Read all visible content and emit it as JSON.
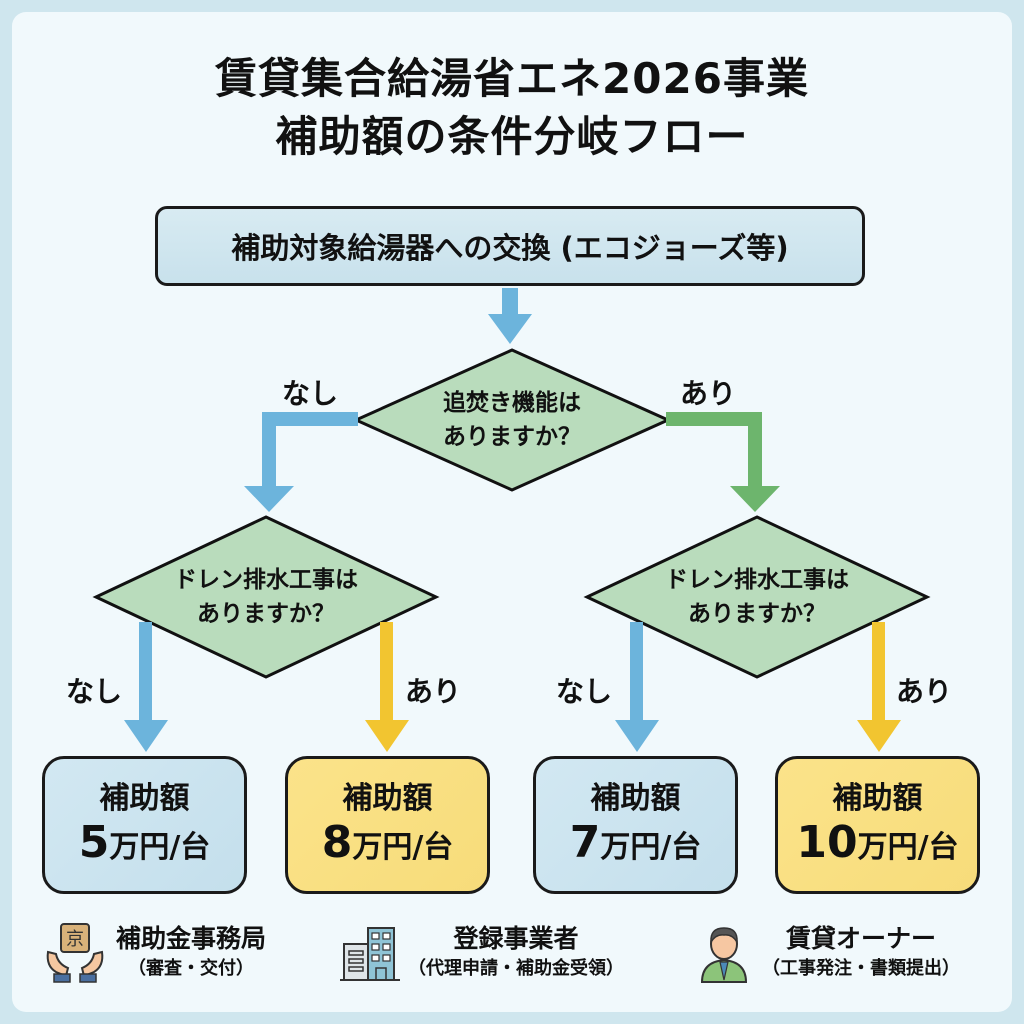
{
  "title": {
    "line1": "賃貸集合給湯省エネ2026事業",
    "line2": "補助額の条件分岐フロー"
  },
  "start": {
    "label": "補助対象給湯器への交換 (エコジョーズ等)"
  },
  "decisions": {
    "reheat": {
      "line1": "追焚き機能は",
      "line2": "ありますか？"
    },
    "drain_left": {
      "line1": "ドレン排水工事は",
      "line2": "ありますか？"
    },
    "drain_right": {
      "line1": "ドレン排水工事は",
      "line2": "ありますか？"
    }
  },
  "branches": {
    "reheat_no": "なし",
    "reheat_yes": "あり",
    "left_no": "なし",
    "left_yes": "あり",
    "right_no": "なし",
    "right_yes": "あり"
  },
  "results": [
    {
      "label": "補助額",
      "amount": "5",
      "unit": "万円/台",
      "color": "blue"
    },
    {
      "label": "補助額",
      "amount": "8",
      "unit": "万円/台",
      "color": "yellow"
    },
    {
      "label": "補助額",
      "amount": "7",
      "unit": "万円/台",
      "color": "blue"
    },
    {
      "label": "補助額",
      "amount": "10",
      "unit": "万円/台",
      "color": "yellow"
    }
  ],
  "legend": [
    {
      "icon": "hands-holding-seal-icon",
      "name": "補助金事務局",
      "role": "（審査・交付）"
    },
    {
      "icon": "office-building-icon",
      "name": "登録事業者",
      "role": "（代理申請・補助金受領）"
    },
    {
      "icon": "person-owner-icon",
      "name": "賃貸オーナー",
      "role": "（工事発注・書類提出）"
    }
  ],
  "colors": {
    "frame": "#cfe6ee",
    "panel": "#f1f9fc",
    "arrow_blue": "#6cb4dc",
    "arrow_green": "#6db56d",
    "arrow_yellow": "#f2c530",
    "diamond_fill": "#b9dcbc",
    "box_blue": "#cfe5f0",
    "box_yellow": "#f9df80"
  }
}
